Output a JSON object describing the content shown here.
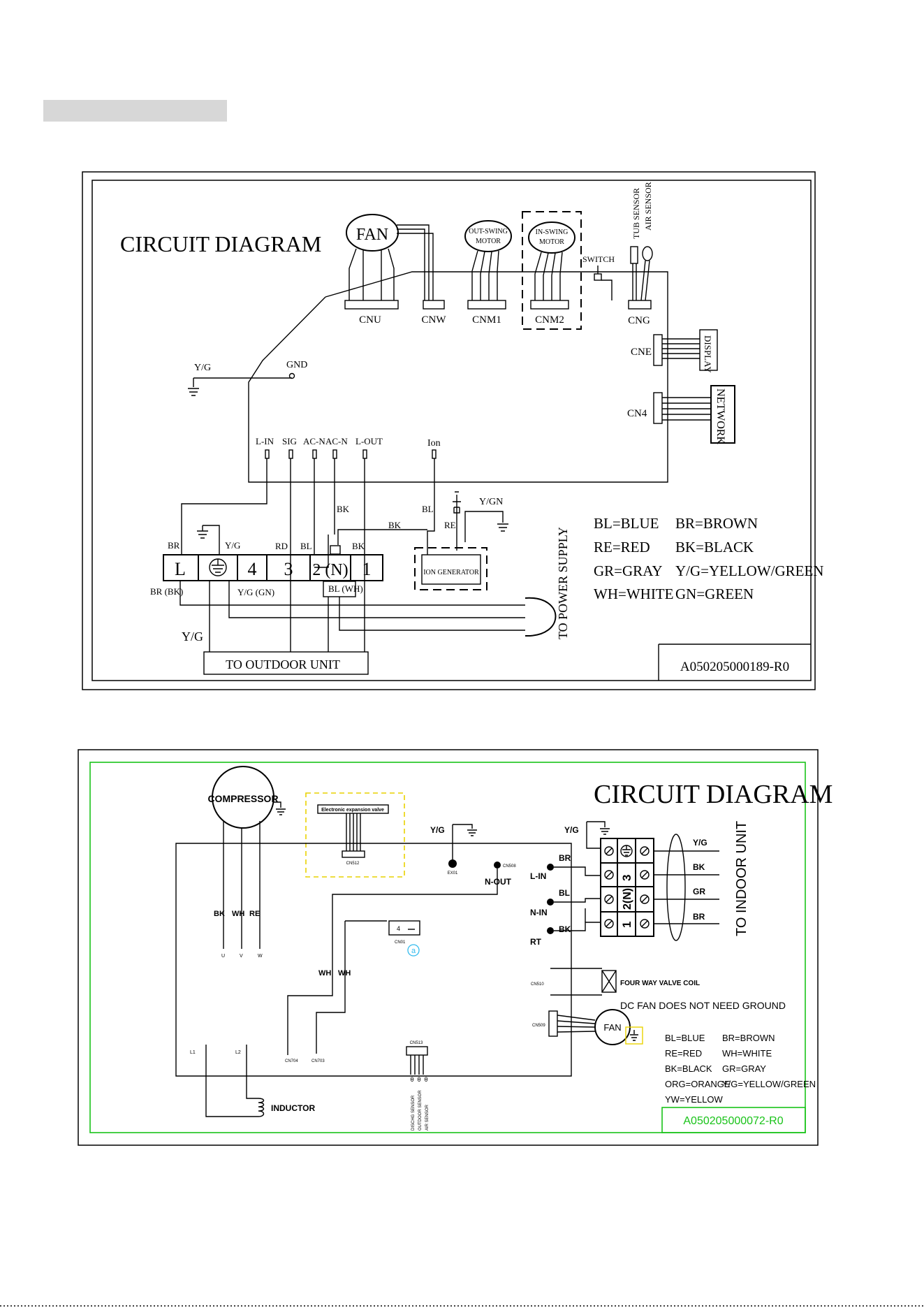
{
  "diagram1": {
    "title": "CIRCUIT DIAGRAM",
    "fan": "FAN",
    "out_swing_motor": [
      "OUT-SWING",
      "MOTOR"
    ],
    "in_swing_motor": [
      "IN-SWING",
      "MOTOR"
    ],
    "switch": "SWITCH",
    "tub_sensor": "TUB SENSOR",
    "air_sensor": "AIR SENSOR",
    "connectors": {
      "cnu": "CNU",
      "cnw": "CNW",
      "cnm1": "CNM1",
      "cnm2": "CNM2",
      "cng": "CNG",
      "cne": "CNE",
      "cn4": "CN4"
    },
    "display": "DISPLAY",
    "network": "NETWORK",
    "yg": "Y/G",
    "gnd": "GND",
    "pins": [
      "L-IN",
      "SIG",
      "AC-N",
      "AC-N",
      "L-OUT"
    ],
    "ion": "Ion",
    "wire_labels": {
      "bk1": "BK",
      "bk2": "BK",
      "bk3": "BK",
      "bl1": "BL",
      "bl2": "BL",
      "re": "RE",
      "ygn": "Y/GN",
      "br": "BR",
      "yg2": "Y/G",
      "rd": "RD",
      "br_bk": "BR (BK)",
      "yg_gn": "Y/G (GN)",
      "bl_wh": "BL (WH)",
      "yg3": "Y/G"
    },
    "terminals": [
      "L",
      "4",
      "3",
      "2 (N)",
      "1"
    ],
    "ion_generator": "ION GENERATOR",
    "to_power_supply": "TO POWER SUPPLY",
    "to_outdoor_unit": "TO OUTDOOR UNIT",
    "legend": [
      "BL=BLUE",
      "BR=BROWN",
      "RE=RED",
      "BK=BLACK",
      "GR=GRAY",
      "Y/G=YELLOW/GREEN",
      "WH=WHITE",
      "GN=GREEN"
    ],
    "drawing_no": "A050205000189-R0"
  },
  "diagram2": {
    "title": "CIRCUIT DIAGRAM",
    "compressor": "COMPRESSOR",
    "exp_valve": "Electronic expansion valve",
    "cn512": "CN512",
    "yg1": "Y/G",
    "yg2": "Y/G",
    "ex01": "EX01",
    "n_out": "N-OUT",
    "cn508": "CN508",
    "l_in": "L-IN",
    "n_in": "N-IN",
    "rt": "RT",
    "br": "BR",
    "bl": "BL",
    "bk": "BK",
    "bk_wh_re": [
      "BK",
      "WH",
      "RE"
    ],
    "uvw": [
      "U",
      "V",
      "W"
    ],
    "four_cell": "4",
    "cn01": "CN01",
    "circle_a": "a",
    "wh1": "WH",
    "wh2": "WH",
    "terminal_rows": [
      "3",
      "2(N)",
      "1"
    ],
    "wire_out": [
      "Y/G",
      "BK",
      "GR",
      "BR"
    ],
    "to_indoor_unit": "TO INDOOR UNIT",
    "cn510": "CN510",
    "four_way_valve": "FOUR WAY VALVE COIL",
    "dc_fan_note": "DC FAN DOES NOT NEED GROUND",
    "cn509": "CN509",
    "fan": "FAN",
    "l1": "L1",
    "l2": "L2",
    "cn704": "CN704",
    "cn703": "CN703",
    "cn513": "CN513",
    "sensors": [
      "DISCHG SENSOR",
      "OUTDOOR SENSOR",
      "AIR SENSOR"
    ],
    "inductor": "INDUCTOR",
    "legend": [
      "BL=BLUE",
      "BR=BROWN",
      "RE=RED",
      "WH=WHITE",
      "BK=BLACK",
      "GR=GRAY",
      "ORG=ORANGE",
      "Y/G=YELLOW/GREEN",
      "YW=YELLOW"
    ],
    "drawing_no": "A050205000072-R0"
  }
}
